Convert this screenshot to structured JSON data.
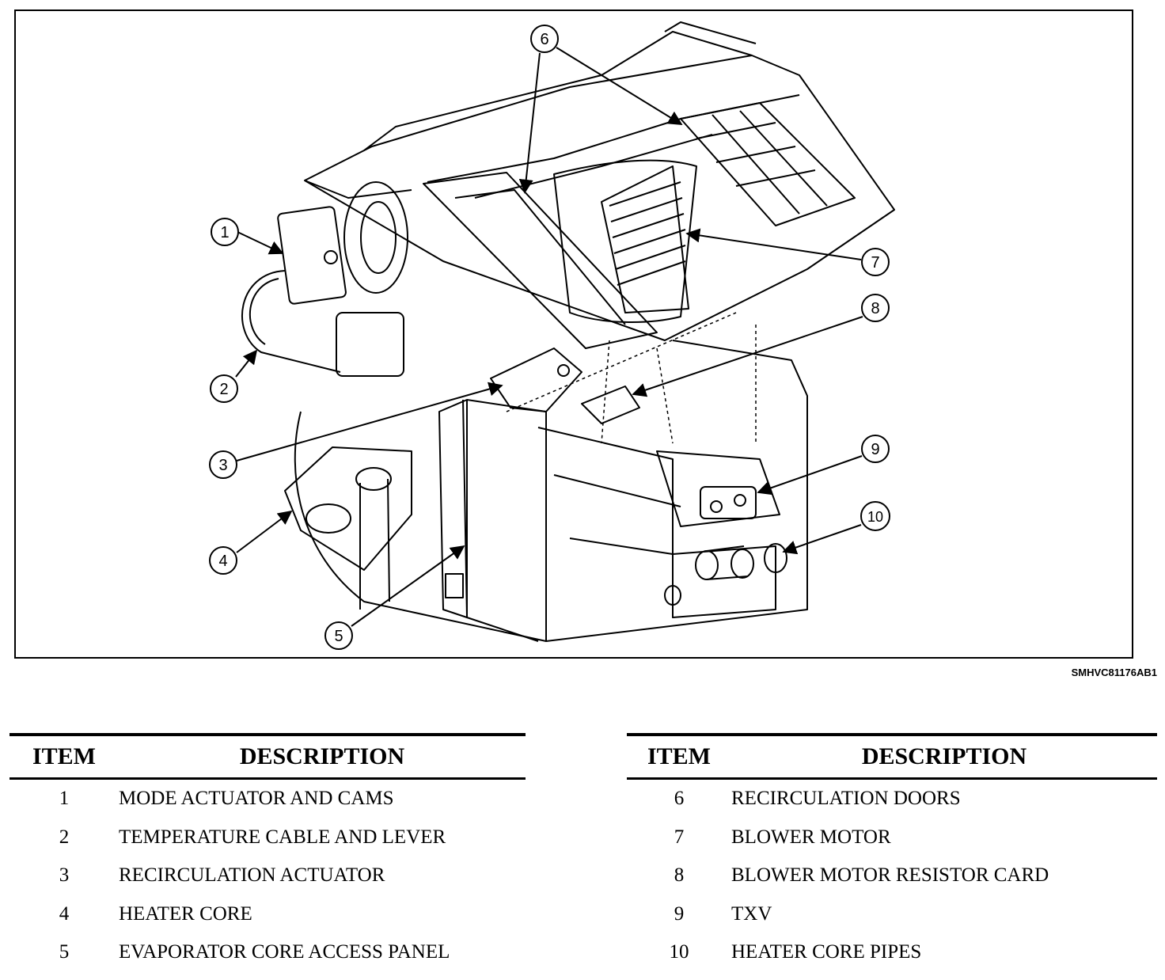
{
  "figure_code": "SMHVC81176AB1",
  "callouts": [
    "1",
    "2",
    "3",
    "4",
    "5",
    "6",
    "7",
    "8",
    "9",
    "10"
  ],
  "legend": {
    "item_header": "ITEM",
    "description_header": "DESCRIPTION",
    "left": [
      {
        "item": "1",
        "description": "MODE ACTUATOR AND CAMS"
      },
      {
        "item": "2",
        "description": "TEMPERATURE CABLE AND LEVER"
      },
      {
        "item": "3",
        "description": "RECIRCULATION ACTUATOR"
      },
      {
        "item": "4",
        "description": "HEATER CORE"
      },
      {
        "item": "5",
        "description": "EVAPORATOR CORE ACCESS PANEL"
      }
    ],
    "right": [
      {
        "item": "6",
        "description": "RECIRCULATION DOORS"
      },
      {
        "item": "7",
        "description": "BLOWER MOTOR"
      },
      {
        "item": "8",
        "description": "BLOWER MOTOR RESISTOR CARD"
      },
      {
        "item": "9",
        "description": "TXV"
      },
      {
        "item": "10",
        "description": "HEATER CORE PIPES"
      }
    ]
  }
}
